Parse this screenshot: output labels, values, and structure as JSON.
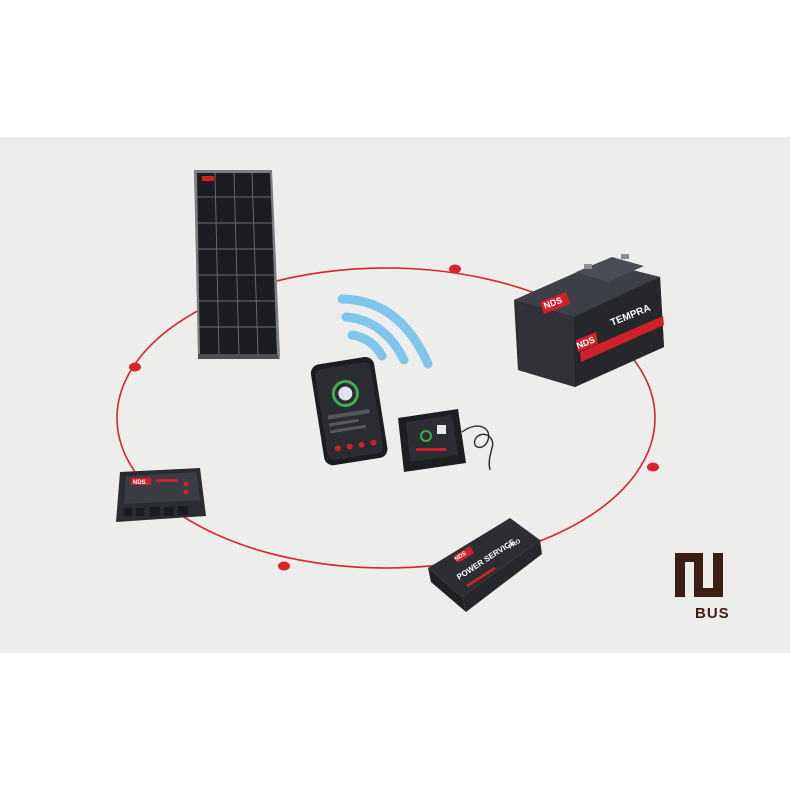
{
  "colors": {
    "panel_background": "#ededec",
    "ring": "#d9232d",
    "brand_red": "#d0202a",
    "device_dark": "#2b2d31",
    "wifi_blue": "#7fc6ea",
    "logo_brown": "#3b1f17"
  },
  "devices": {
    "battery": {
      "brand": "NDS",
      "model": "TEMPRA"
    },
    "controller": {
      "brand": "NDS"
    },
    "power_service": {
      "brand": "NDS",
      "model": "POWER SERVICE",
      "suffix": "PRO"
    }
  },
  "logo": {
    "letter": "N",
    "word": "BUS"
  },
  "icons": [
    "wifi-signal-icon",
    "smartphone-icon",
    "display-panel-icon",
    "solar-panel-icon",
    "battery-icon"
  ]
}
